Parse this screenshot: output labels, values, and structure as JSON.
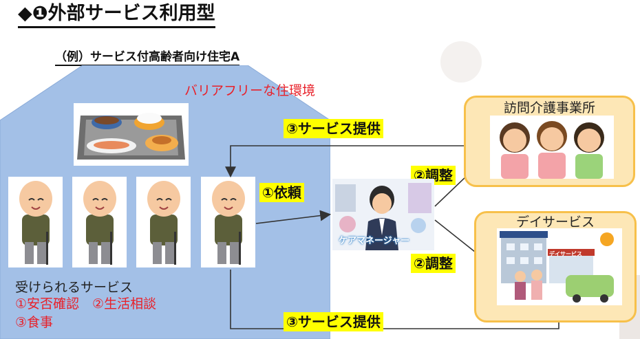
{
  "header": {
    "title": "◆❶外部サービス利用型",
    "subtitle": "（例）サービス付高齢者向け住宅A"
  },
  "house": {
    "barrier_free": "バリアフリーな住環境",
    "received_services_label": "受けられるサービス",
    "received_services_items": "①安否確認　②生活相談\n③食事"
  },
  "flow": {
    "request": "①依頼",
    "adjust_top": "②調整",
    "adjust_bottom": "②調整",
    "provide_top": "③サービス提供",
    "provide_bottom": "③サービス提供"
  },
  "care_manager": {
    "label": "ケアマネージャー"
  },
  "facilities": {
    "home_care": "訪問介護事業所",
    "day_service": "デイサービス",
    "day_service_sign": "デイサービス"
  },
  "colors": {
    "house_fill": "#a3c0e7",
    "facility_fill": "#fde7b6",
    "facility_border": "#f7c04a",
    "highlight": "#ffff00",
    "accent_red": "#e8212a"
  }
}
